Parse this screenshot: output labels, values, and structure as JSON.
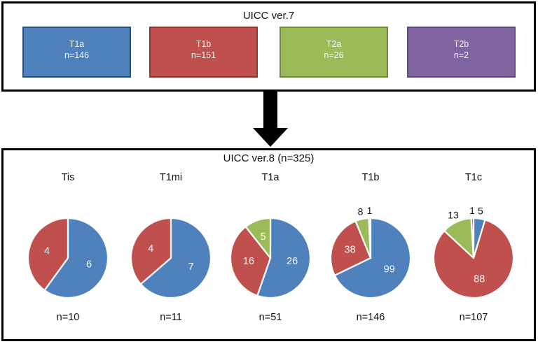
{
  "colors": {
    "blue": "#4F81BD",
    "red": "#C0504D",
    "green": "#9BBB59",
    "purple": "#8064A2",
    "blue_border": "#2E4D77",
    "red_border": "#8C3836",
    "green_border": "#71893F",
    "purple_border": "#5F497A",
    "panel_border": "#000000",
    "slice_gap": "#FFFFFF",
    "arrow": "#000000"
  },
  "arrow": {
    "color": "#000000"
  },
  "chart_data": [
    {
      "type": "flow-boxes",
      "title": "UICC ver.7",
      "boxes": [
        {
          "label": "T1a",
          "count_label": "n=146",
          "value": 146,
          "fill": "#4F81BD",
          "border": "#2E4D77"
        },
        {
          "label": "T1b",
          "count_label": "n=151",
          "value": 151,
          "fill": "#C0504D",
          "border": "#8C3836"
        },
        {
          "label": "T2a",
          "count_label": "n=26",
          "value": 26,
          "fill": "#9BBB59",
          "border": "#71893F"
        },
        {
          "label": "T2b",
          "count_label": "n=2",
          "value": 2,
          "fill": "#8064A2",
          "border": "#5F497A"
        }
      ]
    },
    {
      "type": "pie",
      "title": "UICC ver.8 (n=325)",
      "total": 325,
      "pies": [
        {
          "label": "Tis",
          "count_label": "n=10",
          "n": 10,
          "slices": [
            {
              "label": "6",
              "value": 6,
              "color": "#4F81BD",
              "label_pos": "inside"
            },
            {
              "label": "4",
              "value": 4,
              "color": "#C0504D",
              "label_pos": "inside"
            }
          ]
        },
        {
          "label": "T1mi",
          "count_label": "n=11",
          "n": 11,
          "slices": [
            {
              "label": "7",
              "value": 7,
              "color": "#4F81BD",
              "label_pos": "inside"
            },
            {
              "label": "4",
              "value": 4,
              "color": "#C0504D",
              "label_pos": "inside"
            }
          ]
        },
        {
          "label": "T1a",
          "count_label": "n=51",
          "n": 51,
          "slices": [
            {
              "label": "26",
              "value": 26,
              "color": "#4F81BD",
              "label_pos": "inside"
            },
            {
              "label": "16",
              "value": 16,
              "color": "#C0504D",
              "label_pos": "inside"
            },
            {
              "label": "5",
              "value": 5,
              "color": "#9BBB59",
              "label_pos": "inside"
            }
          ]
        },
        {
          "label": "T1b",
          "count_label": "n=146",
          "n": 146,
          "slices": [
            {
              "label": "99",
              "value": 99,
              "color": "#4F81BD",
              "label_pos": "inside"
            },
            {
              "label": "38",
              "value": 38,
              "color": "#C0504D",
              "label_pos": "inside"
            },
            {
              "label": "8",
              "value": 8,
              "color": "#9BBB59",
              "label_pos": "outside"
            },
            {
              "label": "1",
              "value": 1,
              "color": "#8064A2",
              "label_pos": "outside"
            }
          ]
        },
        {
          "label": "T1c",
          "count_label": "n=107",
          "n": 107,
          "slices": [
            {
              "label": "5",
              "value": 5,
              "color": "#4F81BD",
              "label_pos": "outside"
            },
            {
              "label": "88",
              "value": 88,
              "color": "#C0504D",
              "label_pos": "inside"
            },
            {
              "label": "13",
              "value": 13,
              "color": "#9BBB59",
              "label_pos": "outside"
            },
            {
              "label": "1",
              "value": 1,
              "color": "#8064A2",
              "label_pos": "outside"
            }
          ]
        }
      ]
    }
  ]
}
